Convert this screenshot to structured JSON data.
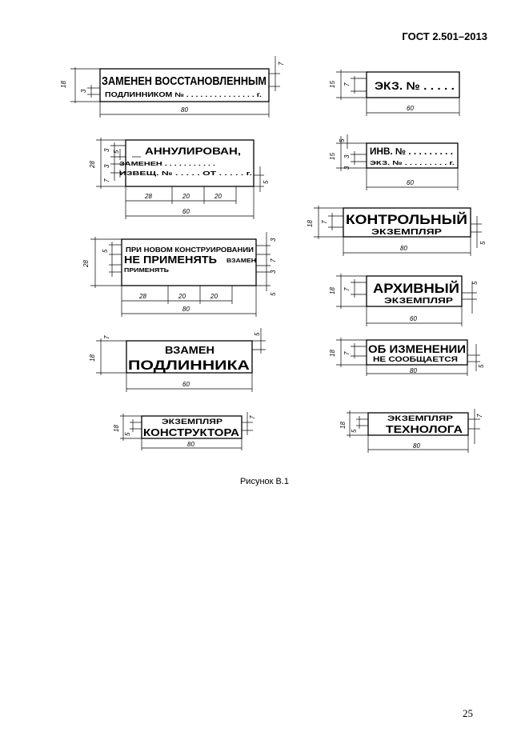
{
  "header": {
    "standard": "ГОСТ 2.501–2013"
  },
  "figure": {
    "caption": "Рисунок В.1",
    "stamps": [
      {
        "id": "zamenen",
        "lines": [
          "ЗАМЕНЕН ВОССТАНОВЛЕННЫМ",
          "ПОДЛИННИКОМ № . . . . . . . . . . . . . . .  г."
        ],
        "dims": [
          "18",
          "3",
          "7",
          "80"
        ]
      },
      {
        "id": "annulirovan",
        "lines": [
          "АННУЛИРОВАН,",
          "ЗАМЕНЕН . . . . . . . . . . .",
          "ИЗВЕЩ. № . . . . . ОТ . . . . . г."
        ],
        "dims": [
          "28",
          "3",
          "5",
          "3",
          "7",
          "5",
          "28",
          "20",
          "20",
          "60"
        ]
      },
      {
        "id": "ne-primenyat",
        "lines": [
          "ПРИ НОВОМ КОНСТРУИРОВАНИИ",
          "НЕ ПРИМЕНЯТЬ",
          "ВЗАМЕН",
          "ПРИМЕНЯТЬ"
        ],
        "dims": [
          "28",
          "5",
          "3",
          "7",
          "3",
          "5",
          "28",
          "20",
          "20",
          "80"
        ]
      },
      {
        "id": "vzamen-podlinnika",
        "lines": [
          "ВЗАМЕН",
          "ПОДЛИННИКА"
        ],
        "dims": [
          "18",
          "7",
          "5",
          "60"
        ]
      },
      {
        "id": "ekz-konstruktora",
        "lines": [
          "ЭКЗЕМПЛЯР",
          "КОНСТРУКТОРА"
        ],
        "dims": [
          "18",
          "5",
          "7",
          "80"
        ]
      },
      {
        "id": "ekz-no",
        "lines": [
          "ЭКЗ. № . . . . ."
        ],
        "dims": [
          "15",
          "7",
          "60"
        ]
      },
      {
        "id": "inv-no",
        "lines": [
          "ИНВ. № . . . . . . . . .",
          "ЭКЗ. № . . . . . . . . .  г."
        ],
        "dims": [
          "5",
          "15",
          "3",
          "3",
          "60"
        ]
      },
      {
        "id": "kontrolnyi",
        "lines": [
          "КОНТРОЛЬНЫЙ",
          "ЭКЗЕМПЛЯР"
        ],
        "dims": [
          "18",
          "7",
          "5",
          "80"
        ]
      },
      {
        "id": "arkhivnyi",
        "lines": [
          "АРХИВНЫЙ",
          "ЭКЗЕМПЛЯР"
        ],
        "dims": [
          "18",
          "7",
          "5",
          "60"
        ]
      },
      {
        "id": "ob-izmenenii",
        "lines": [
          "ОБ ИЗМЕНЕНИИ",
          "НЕ СООБЩАЕТСЯ"
        ],
        "dims": [
          "18",
          "7",
          "5",
          "80"
        ]
      },
      {
        "id": "ekz-tekhnologa",
        "lines": [
          "ЭКЗЕМПЛЯР",
          "ТЕХНОЛОГА"
        ],
        "dims": [
          "18",
          "5",
          "7",
          "80"
        ]
      }
    ]
  },
  "page": {
    "number": "25"
  }
}
